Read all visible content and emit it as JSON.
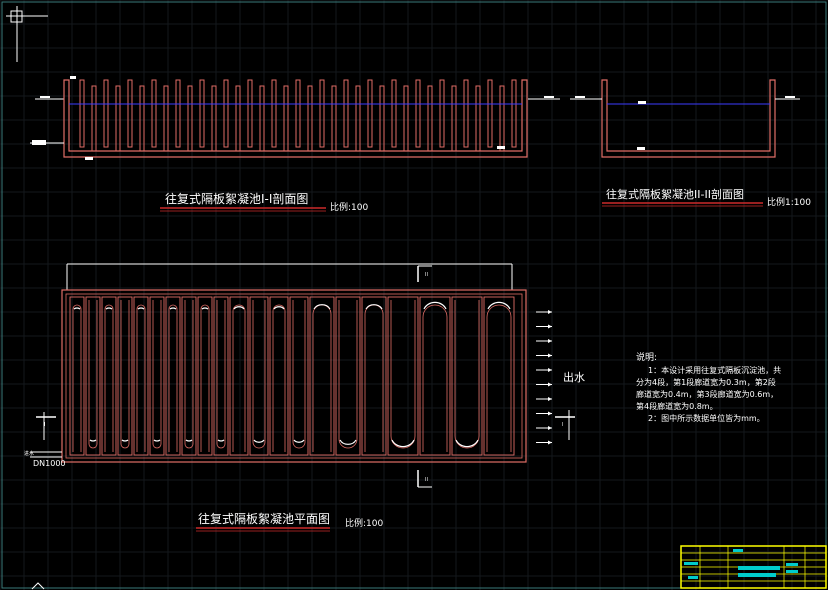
{
  "titles": {
    "section1": "往复式隔板絮凝池I-I剖面图",
    "section2": "往复式隔板絮凝池II-II剖面图",
    "plan": "往复式隔板絮凝池平面图"
  },
  "scales": {
    "section1": "比例:100",
    "section2": "比例1:100",
    "plan": "比例:100"
  },
  "labels": {
    "outlet": "出水",
    "pipe": "DN1000",
    "inlet": "进水",
    "cut_mark": "II",
    "cut_mark_side": "I"
  },
  "notes": {
    "heading": "说明:",
    "lines": [
      "1：本设计采用往复式隔板沉淀池，共",
      "分为4段，第1段廊道宽为0.3m，第2段",
      "廊道宽为0.4m，第3段廊道宽为0.6m，",
      "第4段廊道宽为0.8m。",
      "2：图中所示数据单位皆为mm。"
    ]
  },
  "colors": {
    "background": "#000000",
    "wall": "#e06d66",
    "water": "#3b3bff",
    "text": "#ffffff",
    "title_underline": "#cc2a2a",
    "titleblock": "#ffff00",
    "titleblock_fill": "#00cccc",
    "grid": "#14181c"
  }
}
